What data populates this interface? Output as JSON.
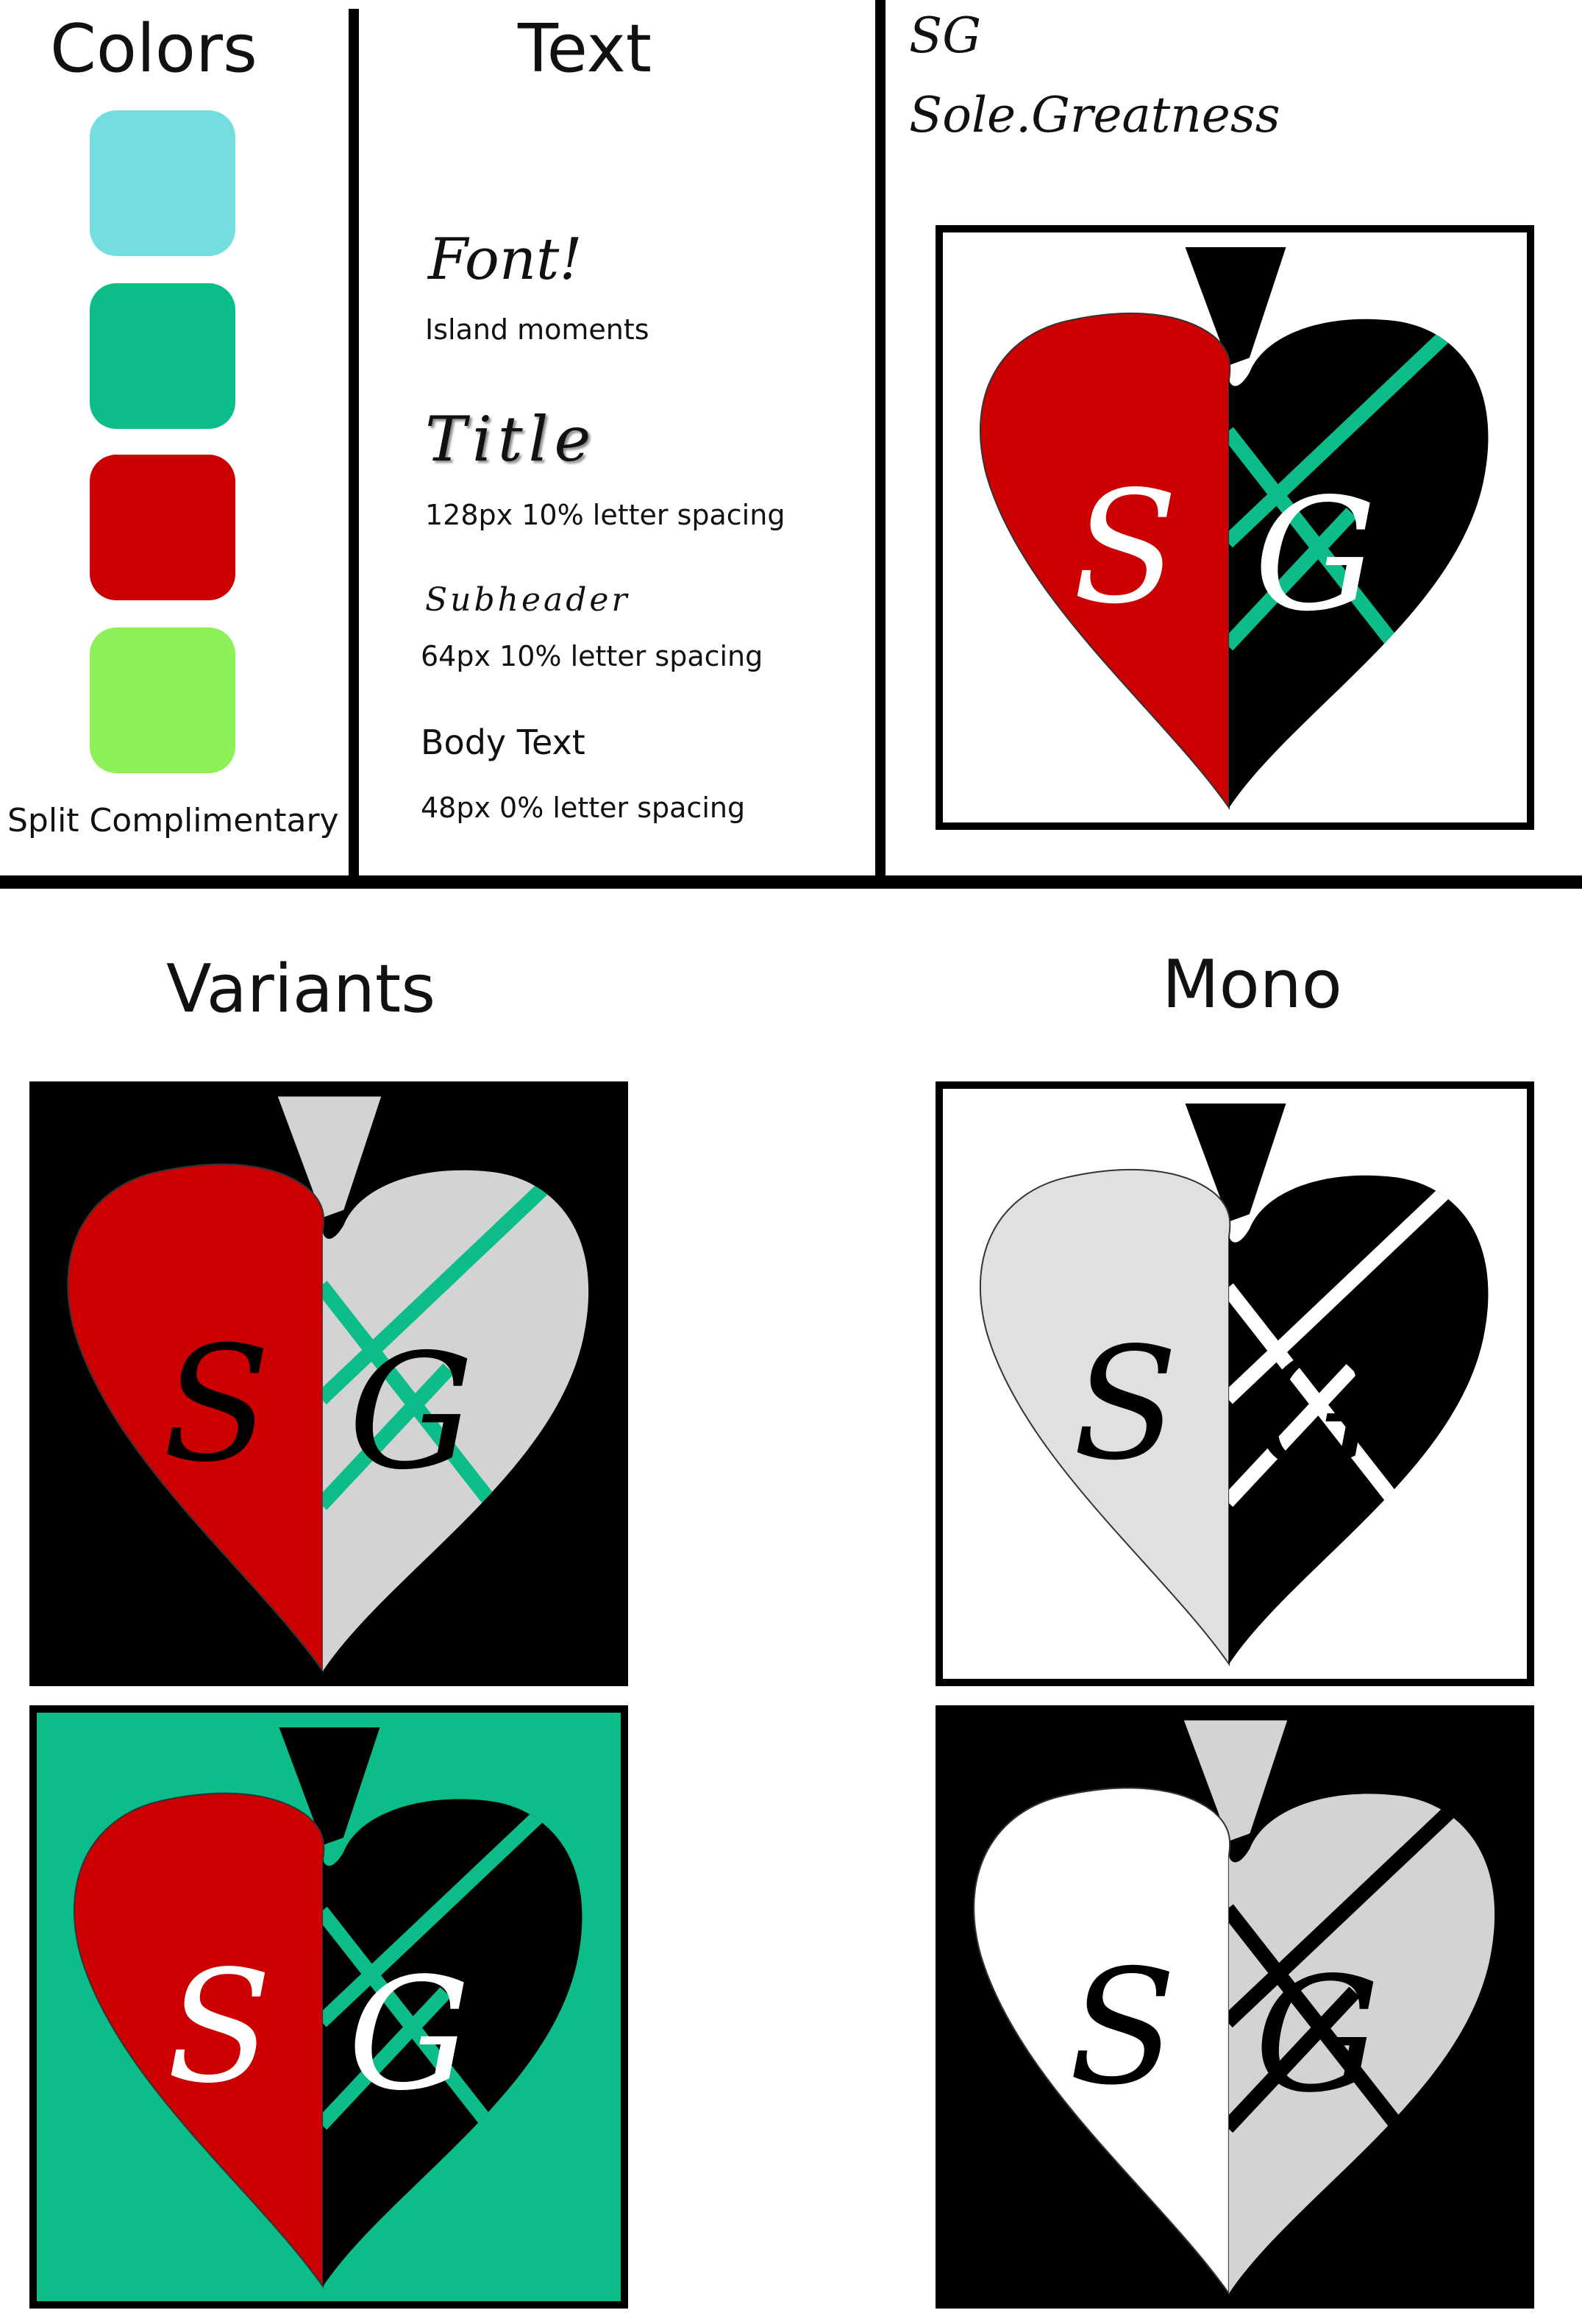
{
  "colors_panel": {
    "heading": "Colors",
    "swatches": [
      {
        "name": "light-cyan",
        "hex": "#74DEDE"
      },
      {
        "name": "teal-green",
        "hex": "#0CBD8A"
      },
      {
        "name": "red",
        "hex": "#CC0000"
      },
      {
        "name": "lime-green",
        "hex": "#8DF057"
      }
    ],
    "caption": "Split Complimentary"
  },
  "text_panel": {
    "heading": "Text",
    "font_sample": "Font!",
    "font_name": "Island moments",
    "title_sample": "Title",
    "title_spec": "128px 10% letter spacing",
    "subheader_sample": "Subheader",
    "subheader_spec": "64px 10% letter spacing",
    "body_sample": "Body Text",
    "body_spec": "48px 0% letter spacing"
  },
  "logo_panel": {
    "monogram": "SG",
    "wordmark": "Sole.Greatness"
  },
  "variants_section": {
    "heading": "Variants"
  },
  "mono_section": {
    "heading": "Mono"
  },
  "logos": [
    {
      "id": "primary",
      "bg": "#FFFFFF",
      "frame": "#000000",
      "left": "#CC0000",
      "right": "#000000",
      "stem": "#000000",
      "lines": "#0CBD8A",
      "letters": "#FFFFFF",
      "letter_S": "S",
      "letter_G": "G"
    },
    {
      "id": "variant-black",
      "bg": "#000000",
      "frame": "#000000",
      "left": "#CC0000",
      "right": "#D3D3D3",
      "stem": "#D3D3D3",
      "lines": "#0CBD8A",
      "letters": "#000000",
      "letter_S": "S",
      "letter_G": "G"
    },
    {
      "id": "variant-green",
      "bg": "#0CBD8A",
      "frame": "#000000",
      "left": "#CC0000",
      "right": "#000000",
      "stem": "#000000",
      "lines": "#0CBD8A",
      "letters": "#FFFFFF",
      "letter_S": "S",
      "letter_G": "G"
    },
    {
      "id": "mono-light",
      "bg": "#FFFFFF",
      "frame": "#000000",
      "left": "#E0E0E0",
      "right": "#000000",
      "stem": "#000000",
      "lines": "#FFFFFF",
      "letters": "#000000",
      "letter_S": "S",
      "letter_G": "G"
    },
    {
      "id": "mono-dark",
      "bg": "#000000",
      "frame": "#000000",
      "left": "#FFFFFF",
      "right": "#D3D3D3",
      "stem": "#D3D3D3",
      "lines": "#000000",
      "letters": "#000000",
      "letter_S": "S",
      "letter_G": "G"
    }
  ],
  "colors": {
    "divider": "#000000"
  }
}
